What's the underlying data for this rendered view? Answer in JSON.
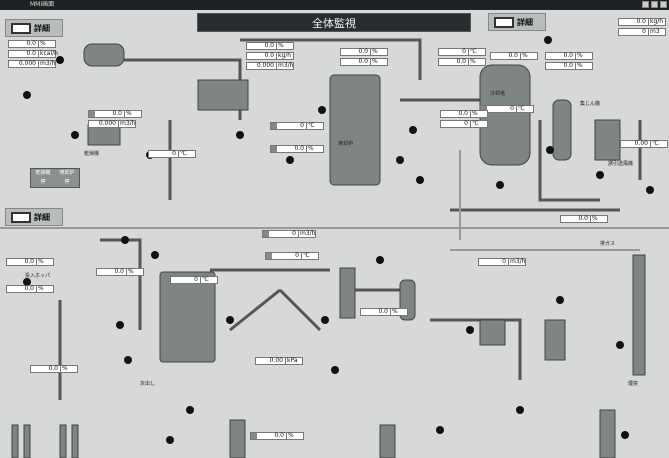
{
  "window": {
    "title": "MMI画面"
  },
  "banner": {
    "title": "全体監視"
  },
  "detail_buttons": [
    {
      "label": "詳細"
    },
    {
      "label": "詳細"
    },
    {
      "label": "詳細"
    }
  ],
  "status_table": {
    "headers": [
      "乾燥機",
      "焼却炉"
    ],
    "values": [
      "停",
      "停"
    ]
  },
  "readouts": [
    {
      "value": "0.0",
      "unit": "%"
    },
    {
      "value": "0.0",
      "unit": "kcal/h"
    },
    {
      "value": "0.000",
      "unit": "m3/h"
    },
    {
      "value": "0.0",
      "unit": "%"
    },
    {
      "value": "0.000",
      "unit": "m3/h"
    },
    {
      "value": "0",
      "unit": "℃"
    },
    {
      "value": "0.0",
      "unit": "%"
    },
    {
      "value": "0.0",
      "unit": "kg/h"
    },
    {
      "value": "0.000",
      "unit": "m3/h"
    },
    {
      "value": "0",
      "unit": "℃"
    },
    {
      "value": "0.0",
      "unit": "%"
    },
    {
      "value": "0.0",
      "unit": "%"
    },
    {
      "value": "0.0",
      "unit": "%"
    },
    {
      "value": "0",
      "unit": "℃"
    },
    {
      "value": "0.0",
      "unit": "%"
    },
    {
      "value": "0.0",
      "unit": "%"
    },
    {
      "value": "0",
      "unit": "℃"
    },
    {
      "value": "0.0",
      "unit": "%"
    },
    {
      "value": "0",
      "unit": "℃"
    },
    {
      "value": "0.0",
      "unit": "%"
    },
    {
      "value": "0.0",
      "unit": "%"
    },
    {
      "value": "0.0",
      "unit": "kg/h"
    },
    {
      "value": "0",
      "unit": "m3"
    },
    {
      "value": "0.00",
      "unit": "℃"
    },
    {
      "value": "0",
      "unit": "m3/h"
    },
    {
      "value": "0.0",
      "unit": "%"
    },
    {
      "value": "0",
      "unit": "℃"
    },
    {
      "value": "0.0",
      "unit": "%"
    },
    {
      "value": "0.0",
      "unit": "%"
    },
    {
      "value": "0.0",
      "unit": "%"
    },
    {
      "value": "0",
      "unit": "m3/h"
    },
    {
      "value": "0.0",
      "unit": "%"
    },
    {
      "value": "0",
      "unit": "℃"
    },
    {
      "value": "0.00",
      "unit": "kPa"
    },
    {
      "value": "0.0",
      "unit": "%"
    },
    {
      "value": "0.0",
      "unit": "%"
    }
  ],
  "labels": {
    "l1": "乾燥機",
    "l2": "焼却炉",
    "l3": "冷却塔",
    "l4": "集じん機",
    "l5": "煙突",
    "l6": "排ガス",
    "l7": "投入ホッパ",
    "l8": "灰出し",
    "l9": "誘引送風機"
  }
}
